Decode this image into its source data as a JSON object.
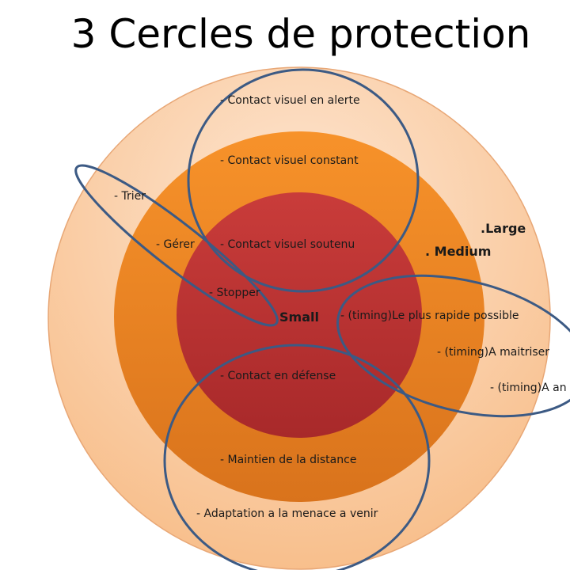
{
  "title": "3 Cercles de protection",
  "colors": {
    "large": "#fcd0a8",
    "medium": "#f38b23",
    "small": "#c53a36",
    "outline": "#3c5a84"
  },
  "levels": {
    "large": ".Large",
    "medium": ". Medium",
    "small": "Small"
  },
  "items": {
    "visuel_alerte": "- Contact visuel en alerte",
    "visuel_constant": "- Contact visuel constant",
    "visuel_soutenu": "- Contact visuel soutenu",
    "trier": "- Trier",
    "gerer": "- Gérer",
    "stopper": "- Stopper",
    "timing_rapide": "- (timing)Le plus rapide possible",
    "timing_maitriser": "- (timing)A maitriser",
    "timing_an": "- (timing)A an",
    "defense": "- Contact en défense",
    "distance": "- Maintien de la distance",
    "adaptation": "- Adaptation a la menace a venir"
  }
}
